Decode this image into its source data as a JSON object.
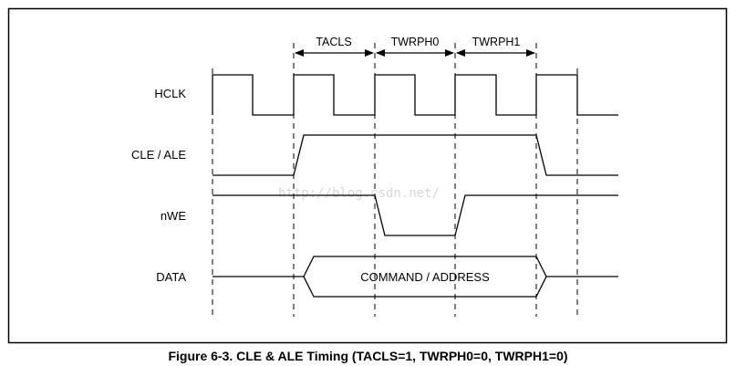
{
  "signals": {
    "hclk": "HCLK",
    "cle_ale": "CLE / ALE",
    "nwe": "nWE",
    "data": "DATA"
  },
  "periods": {
    "tacls": "TACLS",
    "twrph0": "TWRPH0",
    "twrph1": "TWRPH1"
  },
  "bus_value": "COMMAND / ADDRESS",
  "watermark": "http://blog.csdn.net/",
  "caption": "Figure 6-3. CLE & ALE Timing (TACLS=1, TWRPH0=0, TWRPH1=0)"
}
